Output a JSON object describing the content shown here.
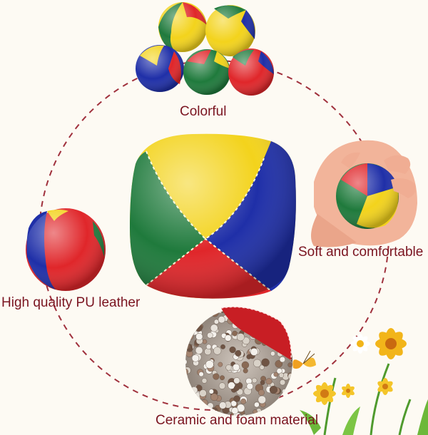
{
  "labels": {
    "colorful": "Colorful",
    "soft": "Soft and comfortable",
    "leather": "High quality PU leather",
    "material": "Ceramic and foam material"
  },
  "colors": {
    "label_text": "#7a1420",
    "dashed_circle": "#a0303c",
    "ball_yellow": "#f3d31c",
    "ball_blue": "#1f2fa8",
    "ball_red": "#e0262a",
    "ball_green": "#1f7a3c",
    "background": "#fdfaf3"
  }
}
